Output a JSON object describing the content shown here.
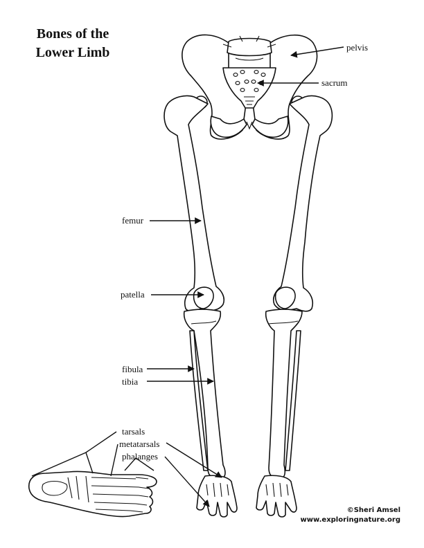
{
  "title": {
    "line1": "Bones of the",
    "line2": "Lower Limb"
  },
  "labels": {
    "pelvis": "pelvis",
    "sacrum": "sacrum",
    "femur": "femur",
    "patella": "patella",
    "fibula": "fibula",
    "tibia": "tibia",
    "tarsals": "tarsals",
    "metatarsals": "metatarsals",
    "phalanges": "phalanges"
  },
  "credit": {
    "author": "©Sheri Amsel",
    "website": "www.exploringnature.org"
  },
  "colors": {
    "line": "#111111",
    "background": "#ffffff"
  }
}
